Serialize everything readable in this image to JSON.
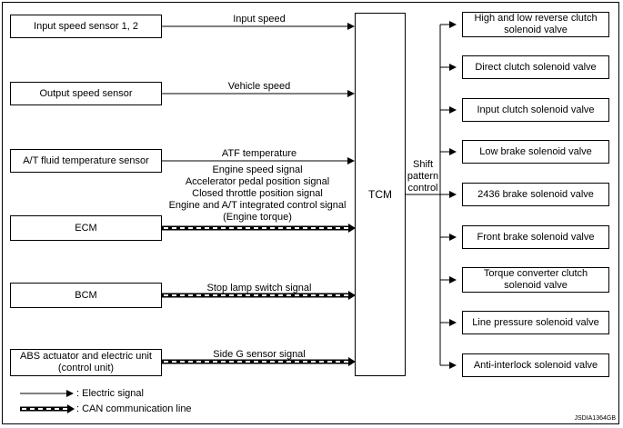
{
  "inputs": [
    {
      "label": "Input speed sensor 1, 2",
      "signal": "Input speed",
      "line": "electric"
    },
    {
      "label": "Output speed sensor",
      "signal": "Vehicle speed",
      "line": "electric"
    },
    {
      "label": "A/T fluid temperature sensor",
      "signal": "ATF temperature",
      "line": "electric"
    },
    {
      "label": "ECM",
      "signal": "Engine speed signal\nAccelerator pedal position signal\nClosed throttle position signal\nEngine and A/T integrated control signal\n(Engine torque)",
      "line": "can"
    },
    {
      "label": "BCM",
      "signal": "Stop lamp switch signal",
      "line": "can"
    },
    {
      "label": "ABS actuator and electric unit\n(control unit)",
      "signal": "Side G sensor signal",
      "line": "can"
    }
  ],
  "tcm": {
    "label": "TCM",
    "output_label": "Shift\npattern\ncontrol"
  },
  "outputs": [
    "High and low reverse clutch\nsolenoid valve",
    "Direct clutch solenoid valve",
    "Input clutch solenoid valve",
    "Low brake solenoid valve",
    "2436 brake solenoid valve",
    "Front brake solenoid valve",
    "Torque converter clutch\nsolenoid valve",
    "Line pressure solenoid valve",
    "Anti-interlock solenoid valve"
  ],
  "legend": {
    "electric": ": Electric signal",
    "can": ": CAN communication line"
  },
  "figure_code": "JSDIA1364GB"
}
